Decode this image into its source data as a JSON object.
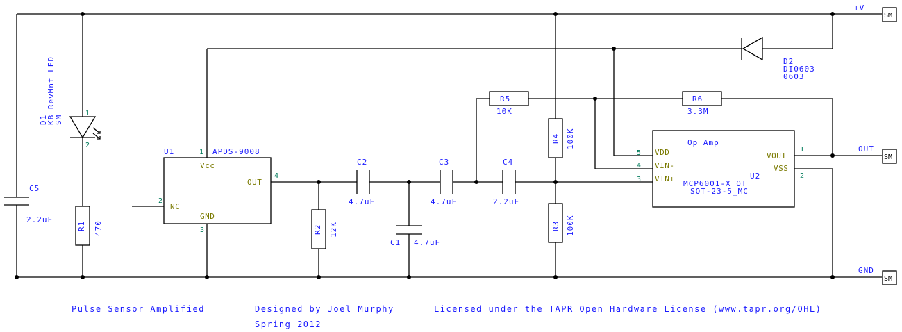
{
  "power": {
    "vplus": "+V",
    "out": "OUT",
    "gnd": "GND"
  },
  "connector_label": "SM",
  "footer": {
    "title": "Pulse Sensor Amplified",
    "designer": "Designed by Joel Murphy",
    "date": "Spring 2012",
    "license": "Licensed under the TAPR Open Hardware License (www.tapr.org/OHL)"
  },
  "components": {
    "c5": {
      "ref": "C5",
      "value": "2.2uF"
    },
    "d1": {
      "ref": "D1",
      "value": "KB RevMnt LED",
      "pkg": "SM",
      "pin1": "1",
      "pin2": "2"
    },
    "r1": {
      "ref": "R1",
      "value": "470"
    },
    "u1": {
      "ref": "U1",
      "value": "APDS-9008",
      "vcc": "Vcc",
      "nc": "NC",
      "gnd": "GND",
      "out": "OUT",
      "p1": "1",
      "p2": "2",
      "p3": "3",
      "p4": "4"
    },
    "r2": {
      "ref": "R2",
      "value": "12K"
    },
    "c2": {
      "ref": "C2",
      "value": "4.7uF"
    },
    "c1": {
      "ref": "C1",
      "value": "4.7uF"
    },
    "c3": {
      "ref": "C3",
      "value": "4.7uF"
    },
    "c4": {
      "ref": "C4",
      "value": "2.2uF"
    },
    "r5": {
      "ref": "R5",
      "value": "10K"
    },
    "r4": {
      "ref": "R4",
      "value": "100K"
    },
    "r3": {
      "ref": "R3",
      "value": "100K"
    },
    "r6": {
      "ref": "R6",
      "value": "3.3M"
    },
    "d2": {
      "ref": "D2",
      "value": "DI0603",
      "pkg": "0603"
    },
    "u2": {
      "title": "Op Amp",
      "ref": "U2",
      "part": "MCP6001-X_OT",
      "pkg": "SOT-23-5_MC",
      "vdd": "VDD",
      "vinm": "VIN-",
      "vinp": "VIN+",
      "vout": "VOUT",
      "vss": "VSS",
      "p1": "1",
      "p2": "2",
      "p3": "3",
      "p4": "4",
      "p5": "5"
    }
  }
}
